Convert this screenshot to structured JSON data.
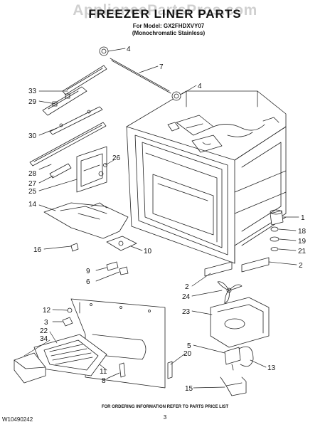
{
  "watermark": "AppliancePartsPros.com",
  "title": "FREEZER LINER PARTS",
  "model_line": "For Model: GX2FHDXVY07",
  "finish_line": "(Monochromatic Stainless)",
  "callouts": {
    "c4a": "4",
    "c7": "7",
    "c4b": "4",
    "c33": "33",
    "c29": "29",
    "c30": "30",
    "c26": "26",
    "c28": "28",
    "c27": "27",
    "c25": "25",
    "c14": "14",
    "c1": "1",
    "c18": "18",
    "c19": "19",
    "c21": "21",
    "c16": "16",
    "c10": "10",
    "c9": "9",
    "c6": "6",
    "c2a": "2",
    "c2b": "2",
    "c24": "24",
    "c12": "12",
    "c3": "3",
    "c23": "23",
    "c22": "22",
    "c34": "34",
    "c5": "5",
    "c20": "20",
    "c13": "13",
    "c11": "11",
    "c8": "8",
    "c15": "15"
  },
  "footer": {
    "doc_id": "W10490242",
    "note": "FOR ORDERING INFORMATION REFER TO PARTS PRICE LIST",
    "page": "3"
  }
}
